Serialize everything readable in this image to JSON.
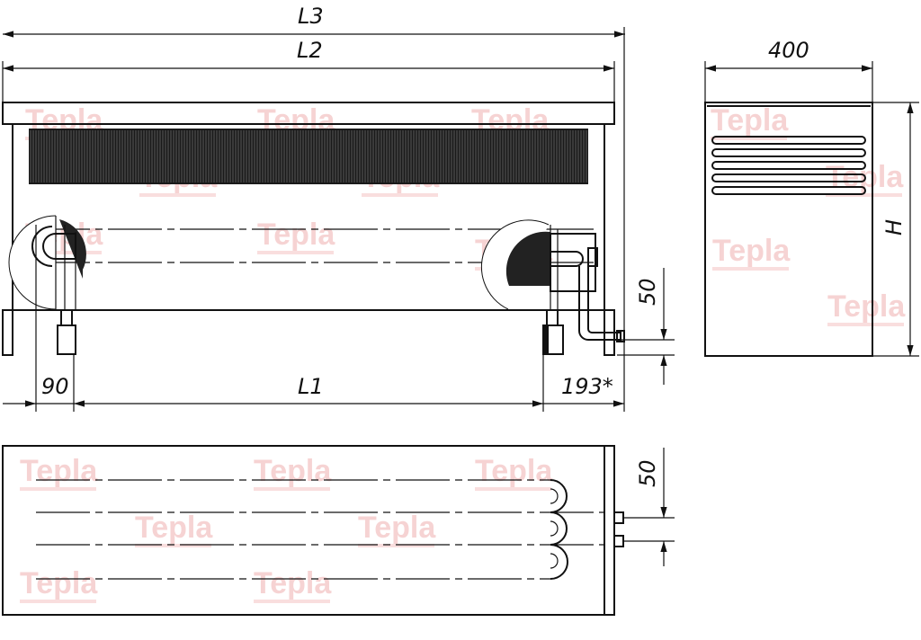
{
  "dimensions": {
    "L3": "L3",
    "L2": "L2",
    "L1": "L1",
    "d90": "90",
    "d193": "193*",
    "d400": "400",
    "H": "H",
    "d50_front": "50",
    "d50_top": "50"
  },
  "watermark": "Tepla",
  "colors": {
    "line": "#111111",
    "grille": "#1a1a1a",
    "watermark": "#f6d3d3"
  }
}
